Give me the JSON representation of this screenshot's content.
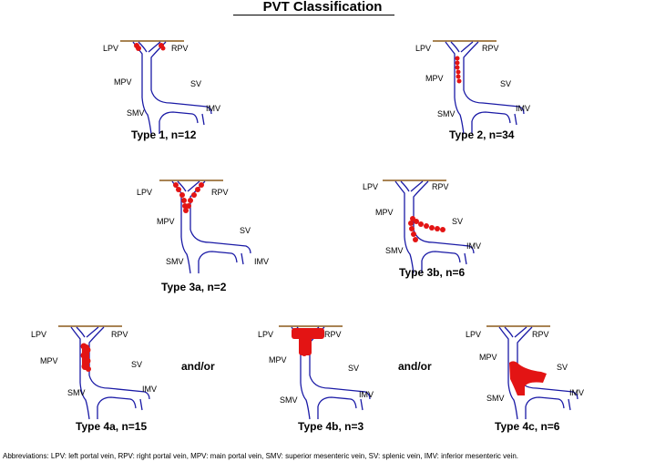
{
  "title": "PVT Classification",
  "labels": {
    "lpv": "LPV",
    "rpv": "RPV",
    "mpv": "MPV",
    "sv": "SV",
    "smv": "SMV",
    "imv": "IMV"
  },
  "panels": [
    {
      "caption": "Type 1, n=12"
    },
    {
      "caption": "Type 2, n=34"
    },
    {
      "caption": "Type 3a, n=2"
    },
    {
      "caption": "Type 3b, n=6"
    },
    {
      "caption": "Type 4a, n=15"
    },
    {
      "caption": "Type 4b, n=3"
    },
    {
      "caption": "Type 4c, n=6"
    }
  ],
  "connectors": [
    "and/or",
    "and/or"
  ],
  "footnote": "Abbreviations: LPV: left portal vein, RPV: right portal vein, MPV: main portal vein, SMV: superior mesenteric vein, SV: splenic vein, IMV: inferior mesenteric vein.",
  "colors": {
    "vein": "#1a1aa6",
    "liver_line": "#8b5a1a",
    "thrombus": "#e31414",
    "text": "#000000"
  }
}
